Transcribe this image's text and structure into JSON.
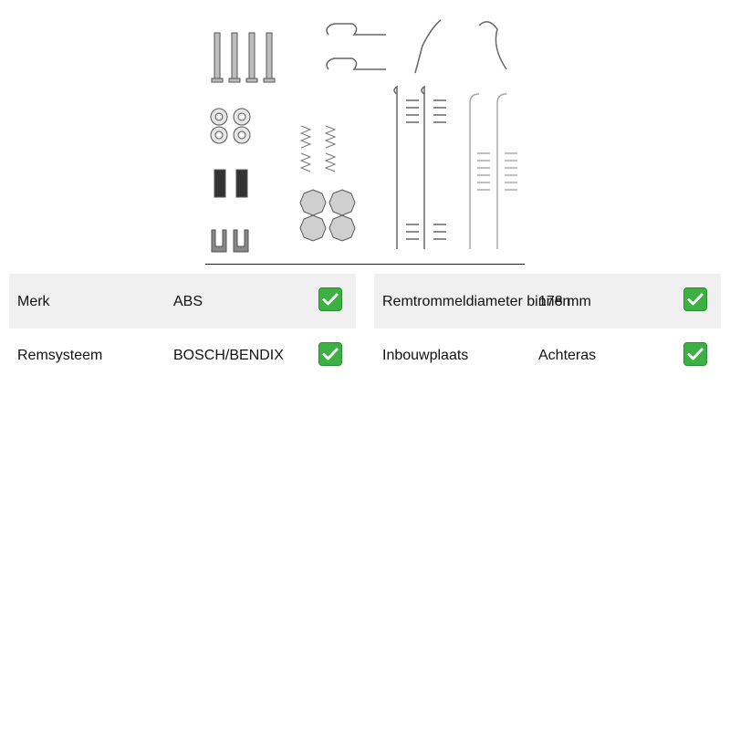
{
  "product_image": {
    "icon": "brake-shoe-fitting-kit-illustration"
  },
  "specs_left": [
    {
      "label": "Merk",
      "value": "ABS",
      "checked": true
    },
    {
      "label": "Remsysteem",
      "value": "BOSCH/BENDIX",
      "checked": true
    }
  ],
  "specs_right": [
    {
      "label": "Remtrommeldiameter binnen",
      "value": "178 mm",
      "checked": true
    },
    {
      "label": "Inbouwplaats",
      "value": "Achteras",
      "checked": true
    }
  ],
  "colors": {
    "row_shade": "#f0f0f0",
    "check_green": "#3cb043",
    "part_metal": "#9a9a9a"
  },
  "icons": {
    "check": "check-mark-icon"
  }
}
